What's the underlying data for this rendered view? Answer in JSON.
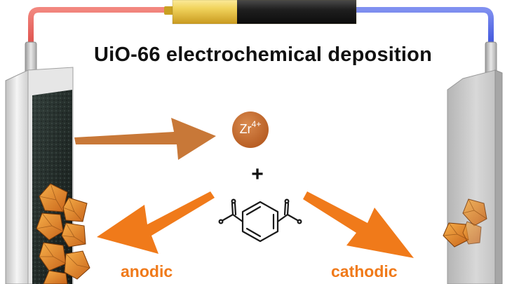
{
  "title": "UiO-66 electrochemical deposition",
  "ion": {
    "symbol": "Zr",
    "charge": "4+"
  },
  "plus_sign": "+",
  "labels": {
    "anodic": "anodic",
    "cathodic": "cathodic"
  },
  "colors": {
    "wire_positive": "#e8605a",
    "wire_negative": "#4a5fe0",
    "battery_gold": "#e5c33a",
    "battery_black": "#1c1c1c",
    "arrow_brown": "#c87838",
    "arrow_orange": "#f07a1a",
    "zr_ion_fill": "#c66a2c",
    "crystal_orange": "#e48a22"
  },
  "icons": {
    "battery": "battery-icon",
    "linker": "terephthalic-acid-structure-icon",
    "crystals": "octahedral-crystal-icon"
  }
}
